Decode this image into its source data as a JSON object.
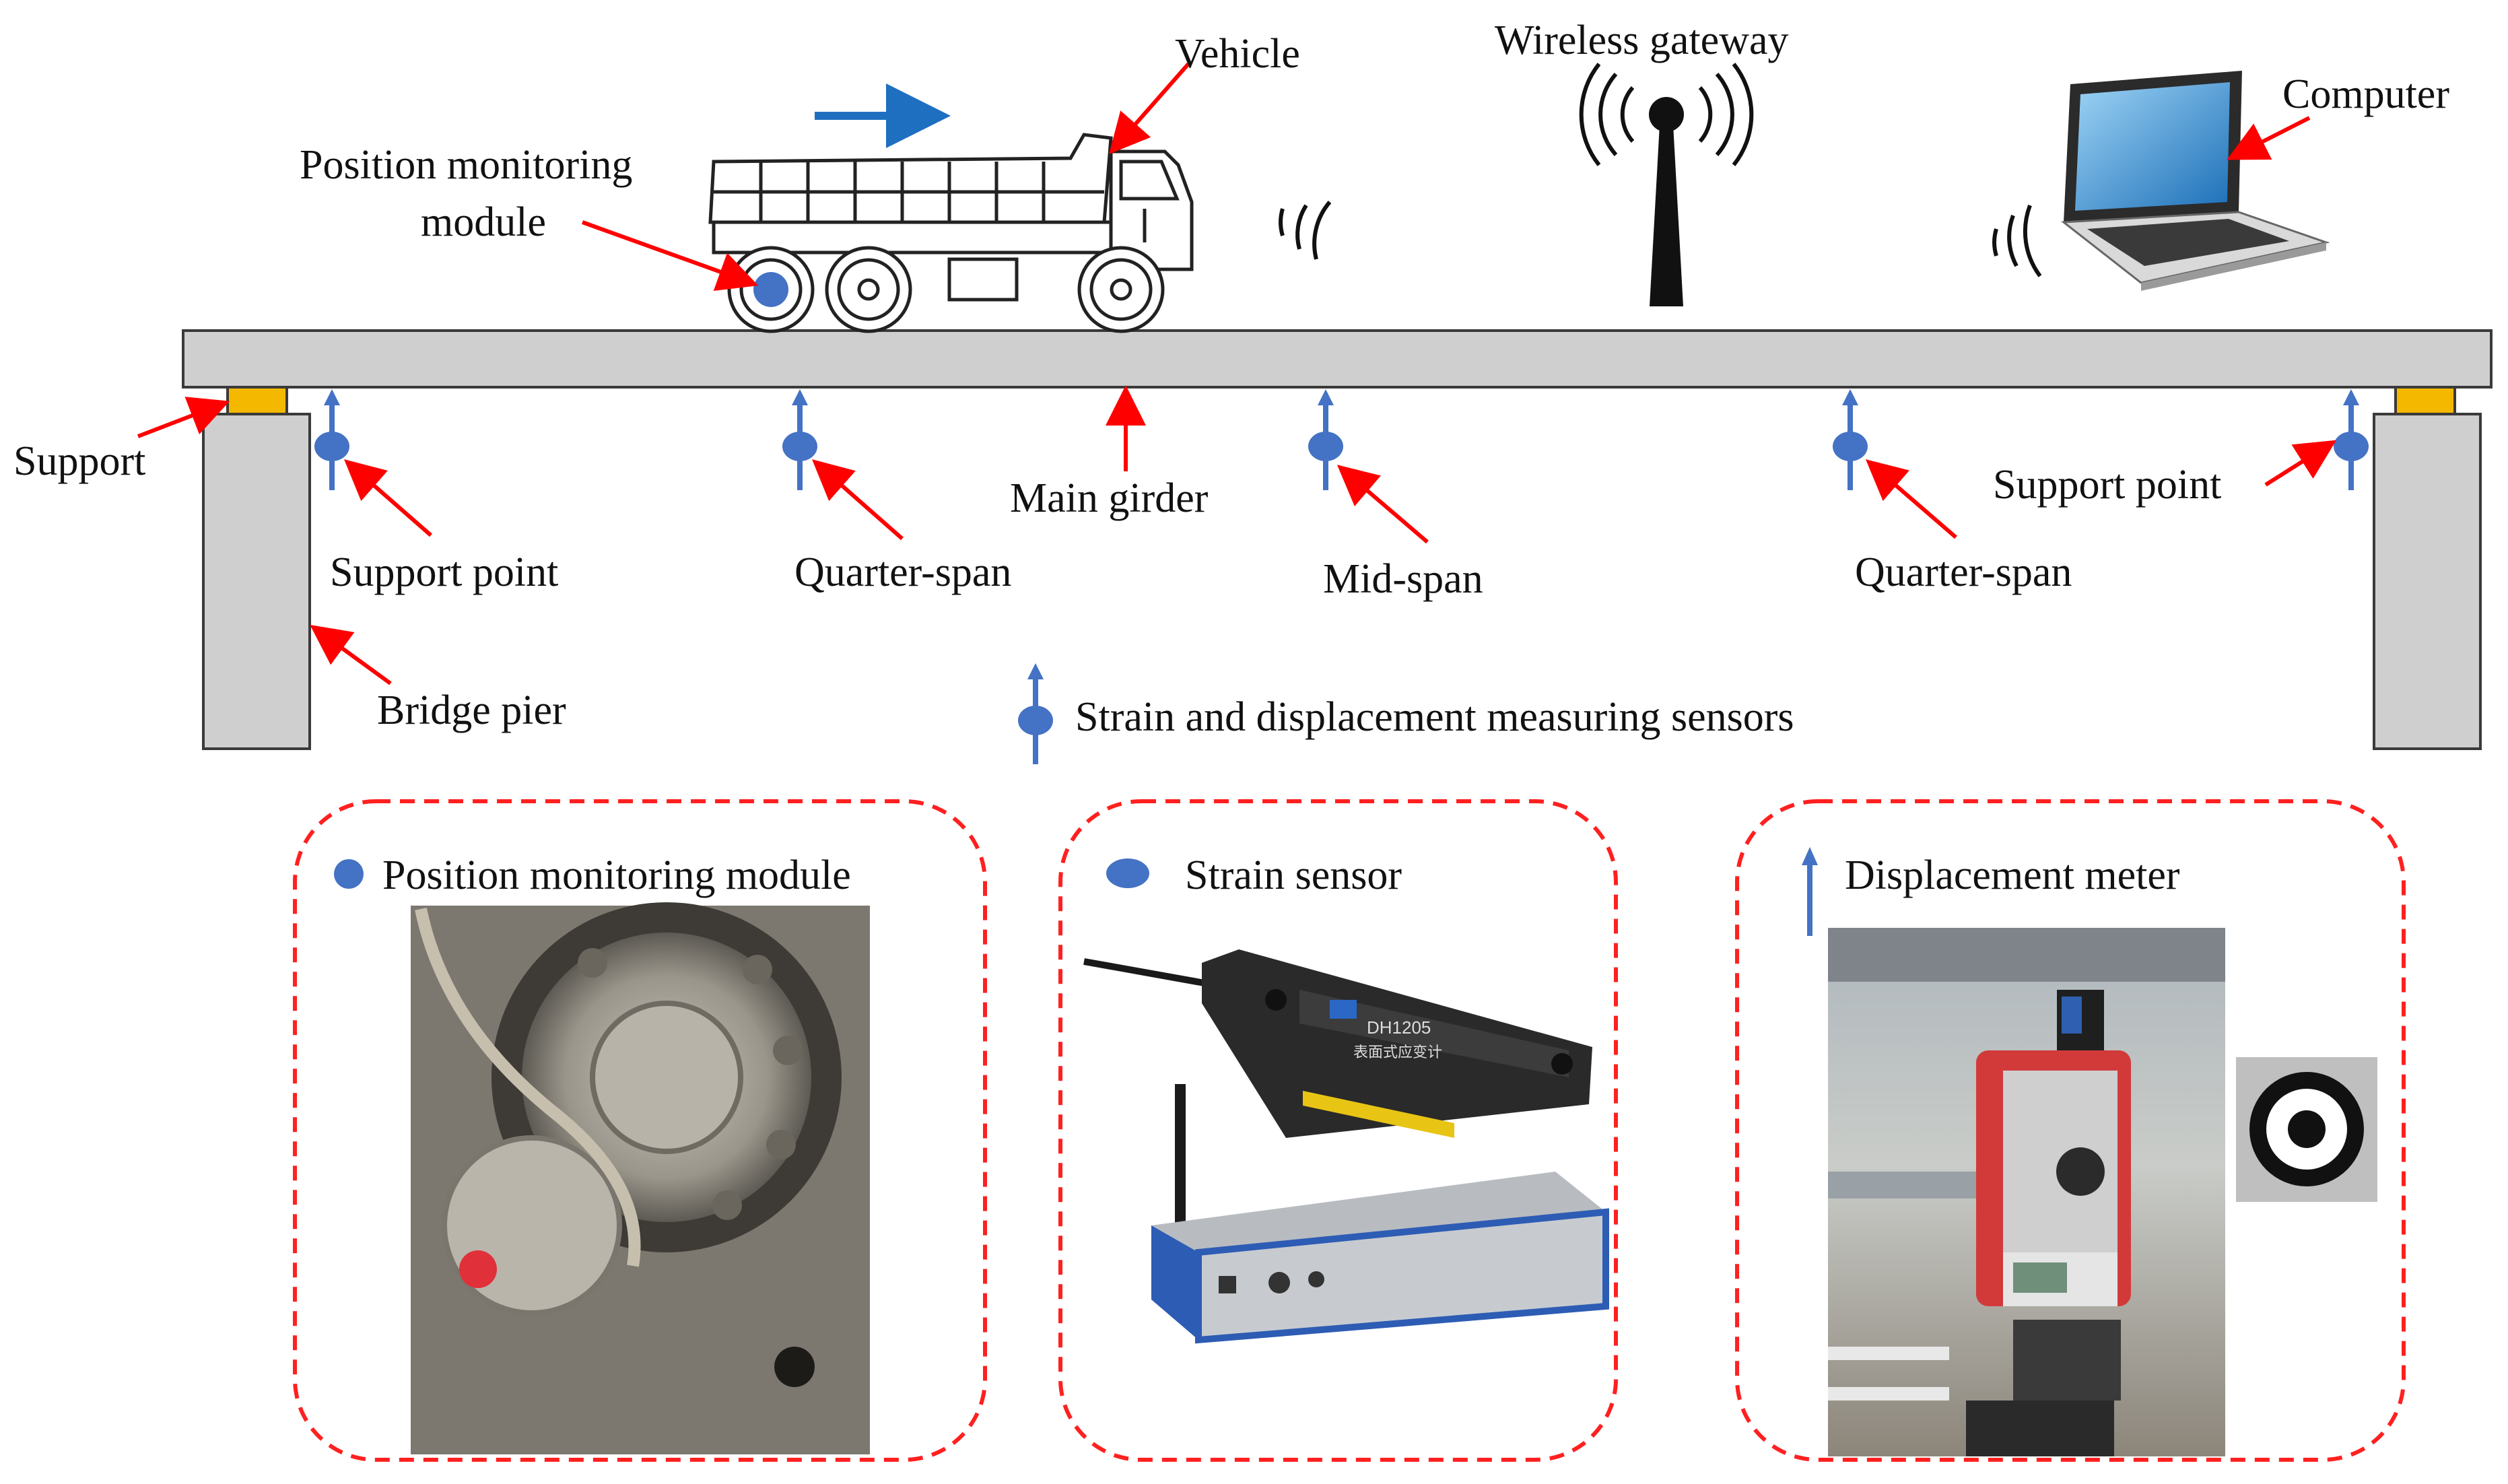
{
  "labels": {
    "vehicle": "Vehicle",
    "wireless_gateway": "Wireless gateway",
    "computer": "Computer",
    "position_module_line1": "Position monitoring",
    "position_module_line2": "module",
    "support": "Support",
    "main_girder": "Main girder",
    "support_point_left": "Support point",
    "support_point_right": "Support point",
    "quarter_span_left": "Quarter-span",
    "mid_span": "Mid-span",
    "quarter_span_right": "Quarter-span",
    "bridge_pier": "Bridge pier",
    "sensor_legend": "Strain and displacement measuring sensors"
  },
  "panels": {
    "position": {
      "title": "Position monitoring module"
    },
    "strain": {
      "title": "Strain sensor",
      "device_model": "DH1205",
      "device_subtitle": "表面式应变计"
    },
    "displacement": {
      "title": "Displacement meter"
    }
  },
  "colors": {
    "sensor_blue": "#4472c4",
    "arrow_red": "#ff0000",
    "girder_gray": "#d0cfd0",
    "support_yellow": "#f5b800",
    "panel_border": "#ff2020",
    "direction_arrow": "#1f6fc0"
  }
}
